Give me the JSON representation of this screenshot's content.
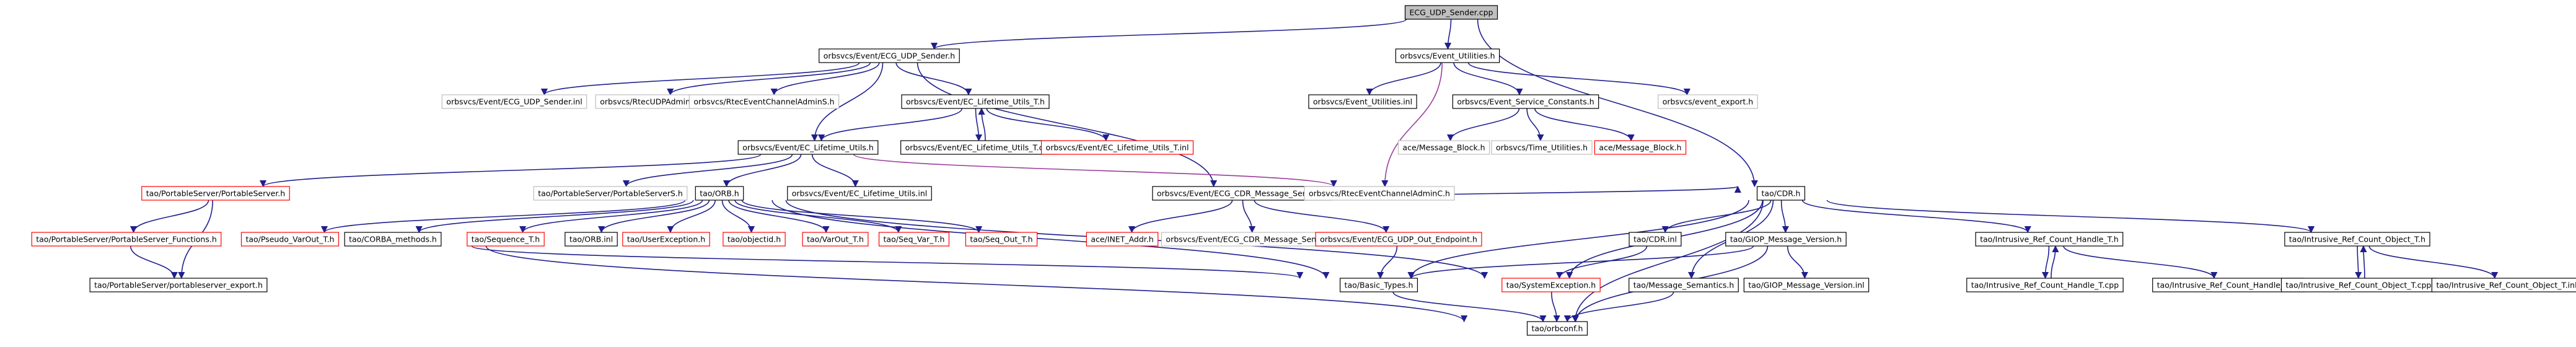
{
  "colors": {
    "edge": "#1f1f8e",
    "edge_special": "#9a3d9a",
    "node_border_normal": "#000000",
    "node_border_gray": "#bdbdbd",
    "node_border_red": "#ff0000",
    "root_fill": "#bfbfbf"
  },
  "nodes": [
    {
      "id": "root",
      "label": "ECG_UDP_Sender.cpp",
      "style": "root"
    },
    {
      "id": "ecgudpsender_h",
      "label": "orbsvcs/Event/ECG_UDP_Sender.h",
      "style": "normal"
    },
    {
      "id": "eventutilities_h",
      "label": "orbsvcs/Event_Utilities.h",
      "style": "normal"
    },
    {
      "id": "cdr_h",
      "label": "tao/CDR.h",
      "style": "normal"
    },
    {
      "id": "ecgudpsender_inl",
      "label": "orbsvcs/Event/ECG_UDP_Sender.inl",
      "style": "gray"
    },
    {
      "id": "rtecudpadmin",
      "label": "orbsvcs/RtecUDPAdminS.h",
      "style": "gray"
    },
    {
      "id": "rtecchanneladmins",
      "label": "orbsvcs/RtecEventChannelAdminS.h",
      "style": "gray"
    },
    {
      "id": "eclifetimeutils_t_h",
      "label": "orbsvcs/Event/EC_Lifetime_Utils_T.h",
      "style": "normal"
    },
    {
      "id": "eventutilities_inl",
      "label": "orbsvcs/Event_Utilities.inl",
      "style": "normal"
    },
    {
      "id": "eventserviceconstants",
      "label": "orbsvcs/Event_Service_Constants.h",
      "style": "normal"
    },
    {
      "id": "eventexport",
      "label": "orbsvcs/event_export.h",
      "style": "gray"
    },
    {
      "id": "eclifetimeutils_h",
      "label": "orbsvcs/Event/EC_Lifetime_Utils.h",
      "style": "normal"
    },
    {
      "id": "eclifetimeutils_t_cpp",
      "label": "orbsvcs/Event/EC_Lifetime_Utils_T.cpp",
      "style": "normal"
    },
    {
      "id": "eclifetimeutils_t_inl",
      "label": "orbsvcs/Event/EC_Lifetime_Utils_T.inl",
      "style": "red"
    },
    {
      "id": "ace_msgblock_gray",
      "label": "ace/Message_Block.h",
      "style": "gray"
    },
    {
      "id": "timeutilities",
      "label": "orbsvcs/Time_Utilities.h",
      "style": "gray"
    },
    {
      "id": "ace_msgblock_red",
      "label": "ace/Message_Block.h",
      "style": "red"
    },
    {
      "id": "portableserver_h",
      "label": "tao/PortableServer/PortableServer.h",
      "style": "red"
    },
    {
      "id": "portableservers_h",
      "label": "tao/PortableServer/PortableServerS.h",
      "style": "gray"
    },
    {
      "id": "orb_h",
      "label": "tao/ORB.h",
      "style": "normal"
    },
    {
      "id": "eclifetimeutils_inl",
      "label": "orbsvcs/Event/EC_Lifetime_Utils.inl",
      "style": "normal"
    },
    {
      "id": "ecgcdrmsgsender",
      "label": "orbsvcs/Event/ECG_CDR_Message_Sender.h",
      "style": "normal"
    },
    {
      "id": "rtecchanneladminc",
      "label": "orbsvcs/RtecEventChannelAdminC.h",
      "style": "gray"
    },
    {
      "id": "psfunctions",
      "label": "tao/PortableServer/PortableServer_Functions.h",
      "style": "red"
    },
    {
      "id": "pseudovarout",
      "label": "tao/Pseudo_VarOut_T.h",
      "style": "red"
    },
    {
      "id": "corbamethods",
      "label": "tao/CORBA_methods.h",
      "style": "normal"
    },
    {
      "id": "sequence_t",
      "label": "tao/Sequence_T.h",
      "style": "red"
    },
    {
      "id": "orb_inl",
      "label": "tao/ORB.inl",
      "style": "normal"
    },
    {
      "id": "userexception",
      "label": "tao/UserException.h",
      "style": "red"
    },
    {
      "id": "objectid",
      "label": "tao/objectid.h",
      "style": "red"
    },
    {
      "id": "varout_t",
      "label": "tao/VarOut_T.h",
      "style": "red"
    },
    {
      "id": "seqvar_t",
      "label": "tao/Seq_Var_T.h",
      "style": "red"
    },
    {
      "id": "seqout_t",
      "label": "tao/Seq_Out_T.h",
      "style": "red"
    },
    {
      "id": "inetaddr",
      "label": "ace/INET_Addr.h",
      "style": "red"
    },
    {
      "id": "ecgcdrmsgsender_inl",
      "label": "orbsvcs/Event/ECG_CDR_Message_Sender.inl",
      "style": "gray"
    },
    {
      "id": "udpoutendpoint",
      "label": "orbsvcs/Event/ECG_UDP_Out_Endpoint.h",
      "style": "red"
    },
    {
      "id": "cdr_inl",
      "label": "tao/CDR.inl",
      "style": "normal"
    },
    {
      "id": "giopmsgversion_h",
      "label": "tao/GIOP_Message_Version.h",
      "style": "normal"
    },
    {
      "id": "irch_h",
      "label": "tao/Intrusive_Ref_Count_Handle_T.h",
      "style": "normal"
    },
    {
      "id": "irco_h",
      "label": "tao/Intrusive_Ref_Count_Object_T.h",
      "style": "normal"
    },
    {
      "id": "psexport",
      "label": "tao/PortableServer/portableserver_export.h",
      "style": "normal"
    },
    {
      "id": "basictypes",
      "label": "tao/Basic_Types.h",
      "style": "normal"
    },
    {
      "id": "systemexception",
      "label": "tao/SystemException.h",
      "style": "red"
    },
    {
      "id": "msgsemantics",
      "label": "tao/Message_Semantics.h",
      "style": "normal"
    },
    {
      "id": "giopmsgversion_inl",
      "label": "tao/GIOP_Message_Version.inl",
      "style": "normal"
    },
    {
      "id": "irch_cpp",
      "label": "tao/Intrusive_Ref_Count_Handle_T.cpp",
      "style": "normal"
    },
    {
      "id": "irch_inl",
      "label": "tao/Intrusive_Ref_Count_Handle_T.inl",
      "style": "normal"
    },
    {
      "id": "irco_cpp",
      "label": "tao/Intrusive_Ref_Count_Object_T.cpp",
      "style": "normal"
    },
    {
      "id": "irco_inl",
      "label": "tao/Intrusive_Ref_Count_Object_T.inl",
      "style": "normal"
    },
    {
      "id": "orbconf",
      "label": "tao/orbconf.h",
      "style": "normal"
    }
  ],
  "edges": [
    [
      "root",
      "ecgudpsender_h"
    ],
    [
      "root",
      "eventutilities_h"
    ],
    [
      "root",
      "cdr_h"
    ],
    [
      "ecgudpsender_h",
      "ecgudpsender_inl"
    ],
    [
      "ecgudpsender_h",
      "rtecudpadmin"
    ],
    [
      "ecgudpsender_h",
      "rtecchanneladmins"
    ],
    [
      "ecgudpsender_h",
      "eclifetimeutils_t_h"
    ],
    [
      "ecgudpsender_h",
      "eclifetimeutils_h"
    ],
    [
      "ecgudpsender_h",
      "ecgcdrmsgsender"
    ],
    [
      "eventutilities_h",
      "eventutilities_inl"
    ],
    [
      "eventutilities_h",
      "eventserviceconstants"
    ],
    [
      "eventutilities_h",
      "eventexport"
    ],
    [
      "eventutilities_h",
      "rtecchanneladminc"
    ],
    [
      "eventserviceconstants",
      "ace_msgblock_gray"
    ],
    [
      "eventserviceconstants",
      "timeutilities"
    ],
    [
      "eventserviceconstants",
      "ace_msgblock_red"
    ],
    [
      "eclifetimeutils_t_h",
      "eclifetimeutils_h"
    ],
    [
      "eclifetimeutils_t_h",
      "eclifetimeutils_t_cpp"
    ],
    [
      "eclifetimeutils_t_cpp",
      "eclifetimeutils_t_h"
    ],
    [
      "eclifetimeutils_t_h",
      "eclifetimeutils_t_inl"
    ],
    [
      "eclifetimeutils_h",
      "portableserver_h"
    ],
    [
      "eclifetimeutils_h",
      "portableservers_h"
    ],
    [
      "eclifetimeutils_h",
      "orb_h"
    ],
    [
      "eclifetimeutils_h",
      "eclifetimeutils_inl"
    ],
    [
      "eclifetimeutils_h",
      "rtecchanneladminc"
    ],
    [
      "portableserver_h",
      "psfunctions"
    ],
    [
      "portableserver_h",
      "psexport"
    ],
    [
      "psfunctions",
      "psexport"
    ],
    [
      "orb_h",
      "pseudovarout"
    ],
    [
      "orb_h",
      "corbamethods"
    ],
    [
      "orb_h",
      "sequence_t"
    ],
    [
      "orb_h",
      "orb_inl"
    ],
    [
      "orb_h",
      "userexception"
    ],
    [
      "orb_h",
      "objectid"
    ],
    [
      "orb_h",
      "varout_t"
    ],
    [
      "orb_h",
      "seqvar_t"
    ],
    [
      "orb_h",
      "seqout_t"
    ],
    [
      "orb_h",
      "basictypes"
    ],
    [
      "orb_h",
      "systemexception"
    ],
    [
      "corbamethods",
      "basictypes"
    ],
    [
      "corbamethods",
      "orbconf"
    ],
    [
      "ecgcdrmsgsender",
      "inetaddr"
    ],
    [
      "ecgcdrmsgsender",
      "ecgcdrmsgsender_inl"
    ],
    [
      "ecgcdrmsgsender",
      "udpoutendpoint"
    ],
    [
      "ecgcdrmsgsender",
      "cdr_h"
    ],
    [
      "udpoutendpoint",
      "basictypes"
    ],
    [
      "cdr_h",
      "cdr_inl"
    ],
    [
      "cdr_h",
      "giopmsgversion_h"
    ],
    [
      "cdr_h",
      "irch_h"
    ],
    [
      "cdr_h",
      "irco_h"
    ],
    [
      "cdr_h",
      "basictypes"
    ],
    [
      "cdr_h",
      "systemexception"
    ],
    [
      "cdr_h",
      "msgsemantics"
    ],
    [
      "cdr_h",
      "orbconf"
    ],
    [
      "cdr_inl",
      "systemexception"
    ],
    [
      "giopmsgversion_h",
      "basictypes"
    ],
    [
      "giopmsgversion_h",
      "giopmsgversion_inl"
    ],
    [
      "giopmsgversion_h",
      "orbconf"
    ],
    [
      "irch_h",
      "irch_cpp"
    ],
    [
      "irch_cpp",
      "irch_h"
    ],
    [
      "irch_h",
      "irch_inl"
    ],
    [
      "irco_h",
      "irco_cpp"
    ],
    [
      "irco_cpp",
      "irco_h"
    ],
    [
      "irco_h",
      "irco_inl"
    ],
    [
      "basictypes",
      "orbconf"
    ],
    [
      "systemexception",
      "orbconf"
    ],
    [
      "msgsemantics",
      "orbconf"
    ]
  ]
}
